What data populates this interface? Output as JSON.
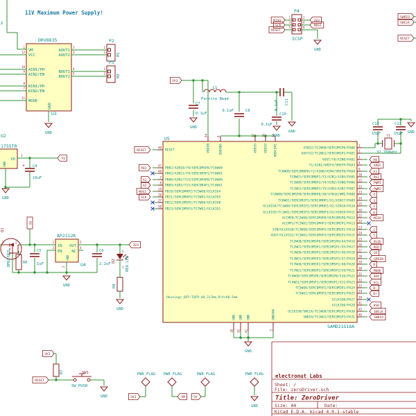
{
  "colors": {
    "wire": "#2f9231",
    "symbol": "#8a1c1c",
    "field": "#0e8a8a",
    "nc": "#3440cc",
    "fill": "#ffffc2",
    "note": "#1b7a9e"
  },
  "note": "11V Maximum Power Supply!",
  "partial_text": "F",
  "gnd": "GND",
  "u3": {
    "ref": "U3",
    "part": "DRV8835",
    "gnd_pin": "GND",
    "left": [
      [
        "1",
        "VM"
      ],
      [
        "12",
        "VCC"
      ],
      [
        "10",
        "AIN1/PH"
      ],
      [
        "9",
        "AIN2/EN"
      ],
      [
        "8",
        "BIN1/PH"
      ],
      [
        "7",
        "BIN2/EN"
      ],
      [
        "11",
        "MODE"
      ]
    ],
    "right": [
      [
        "2",
        "AOUT1"
      ],
      [
        "3",
        "AOUT2"
      ],
      [
        "4",
        "BOUT1"
      ],
      [
        "5",
        "BOUT2"
      ]
    ]
  },
  "p2": {
    "ref": "P2",
    "value": "M1",
    "pins": [
      "1",
      "2"
    ]
  },
  "p3": {
    "ref": "P3",
    "value": "M2",
    "pins": [
      "1",
      "2"
    ]
  },
  "p4": {
    "ref": "P4",
    "value": "ICSP",
    "left_nums": [
      "1",
      "3",
      "5"
    ],
    "right_nums": [
      "2",
      "4",
      "6"
    ],
    "left_labels": [
      "MISO",
      "SCK",
      "RESET"
    ],
    "right_labels": [
      "3V3",
      "MOSI"
    ]
  },
  "edge_labels": [
    "SWDIO",
    "SWCLK",
    "RESET"
  ],
  "u2": {
    "ref": "U2",
    "part": "1755TR",
    "out_pin": "VO",
    "out_num": "2",
    "gnd_pin": "GND",
    "out_label": "5V"
  },
  "c4": {
    "ref": "C4",
    "value": "10uF",
    "plus": "+"
  },
  "u5": {
    "ref": "U5",
    "part": "SAMD21G18A",
    "footprint": "Housings_QFP:TQFP-48_7x7mm_Pitch0.5mm",
    "top": [
      [
        "44",
        "VDDIN"
      ],
      [
        "6",
        "VDDANA"
      ],
      [
        "17",
        "VDDIO"
      ],
      [
        "36",
        "VDDIO"
      ],
      [
        "43",
        "VDDCORE"
      ]
    ],
    "bottom": [
      [
        "18",
        "GND"
      ],
      [
        "35",
        "GND"
      ],
      [
        "42",
        "GND"
      ],
      [
        "5",
        "GNDANA"
      ]
    ],
    "left": [
      [
        "40",
        "RESET",
        "RESET"
      ],
      [
        "47",
        "PB02/AIN10/Y8/SERCOM5P0/TC6WO0",
        "PH2"
      ],
      [
        "48",
        "PB03/AIN11/Y9/SERCOM5P1/TC6WO1",
        "NC"
      ],
      [
        "7",
        "PB08/AIN2/Y14/SERCOM4P0/TC4WO0",
        "A1"
      ],
      [
        "8",
        "PB09/AIN3/Y15/SERCOM4P1/TC4WO1",
        "A2"
      ],
      [
        "19",
        "PB10/SERCOM4P2/TC5WO0/GCLKIO4",
        "MOSI"
      ],
      [
        "20",
        "PB11/SERCOM4P3/TC5WO1/GCLKIO5",
        "SCK"
      ],
      [
        "37",
        "PB22/SERCOM5P2/TC7WO0/GCLKIO0",
        "NC"
      ],
      [
        "38",
        "PB23/SERCOM5P3/TC7WO1/GCLKIO1",
        "NC"
      ]
    ],
    "right": [
      [
        "1",
        "XIN32/TC2WO0/SERCOM1P0/PA00",
        ""
      ],
      [
        "2",
        "XOUT32/TC2WO1/SERCOM1P1/PA01",
        ""
      ],
      [
        "3",
        "VOUT/Y0/AIN0/PA02",
        "A0"
      ],
      [
        "4",
        "Y1/AIN1/VREFA/VREFP/PA03",
        "AREF"
      ],
      [
        "9",
        "TC0WO0/SERCOM0P0/Y2/AIN0/AIN4/VREFB/PA04",
        "A3"
      ],
      [
        "10",
        "TC0WO1/SERCOM0P1/Y3/AIN1/AIN5/PA05",
        "PH1"
      ],
      [
        "11",
        "TC1WO0/SERCOM0P2/Y4/AIN2/AIN6/PA06",
        "PWM1"
      ],
      [
        "12",
        "TC1WO1/SERCOM0P3/Y5/AIN3/AIN7/PA07",
        "PWM2"
      ],
      [
        "13",
        "TC0WO0/SERCOM2P0/SERCOM0P0/X0/AIN16/NMI/PA08",
        "4"
      ],
      [
        "14",
        "TC0WO1/SERCOM2P1/SERCOM0P1/X1/AIN17/PA09",
        "3"
      ],
      [
        "15",
        "GCLKIO4/TC1WO0/SERCOM2P2/SERCOM0P2/X2/AIN18/PA10",
        "1"
      ],
      [
        "16",
        "GCLKIO5/TC1WO1/SERCOM2P3/SERCOM0P3/X3/AIN19/PA11",
        "0"
      ],
      [
        "21",
        "ACCMP0/TC2WO0/SERCOM4P0/SERCOM2P0/PA12",
        "MISO"
      ],
      [
        "22",
        "ACCMP1/TC2WO1/SERCOM4P1/SERCOM2P1/PA13",
        "NC"
      ],
      [
        "23",
        "XIN/GCLKIO0/TC3WO0/SERCOM4P2/SERCOM2P2/PA14",
        "2"
      ],
      [
        "24",
        "XOUT/GCLKIO1/TC3WO1/SERCOM4P3/SERCOM2P3/PA15",
        "5"
      ],
      [
        "25",
        "TC2WO0/SERCOM3P0/SERCOM1P0/X4/PA16",
        "BLUE"
      ],
      [
        "26",
        "TC2WO1/SERCOM3P1/SERCOM1P1/X5/PA17",
        "RED"
      ],
      [
        "27",
        "TC3WO0/SERCOM3P2/SERCOM1P2/X6/PA18",
        "10"
      ],
      [
        "28",
        "TC3WO1/SERCOM3P3/SERCOM1P3/X7/PA19",
        "GREEN"
      ],
      [
        "29",
        "TC7WO0/SERCOM3P2/SERCOM5P2/X8/PA20",
        "8"
      ],
      [
        "30",
        "TC7WO1/SERCOM3P3/SERCOM5P3/X9/PA21",
        "MODE"
      ],
      [
        "31",
        "TC4WO0/SERCOM5P0/SERCOM3P0/X10/PA22",
        "SDA"
      ],
      [
        "32",
        "TC4WO1/SERCOM5P1/SERCOM3P1/X11/PA23",
        "SCL"
      ],
      [
        "33",
        "TC5WO0/SERCOM5P2/SERCOM3P2/PA24",
        "D-"
      ],
      [
        "34",
        "TC5WO1/SERCOM5P3/SERCOM3P3/PA25",
        "D+"
      ],
      [
        "39",
        "GCLKIO0/PA27",
        "NC"
      ],
      [
        "41",
        "GCLKIO0/PA28",
        "USB"
      ],
      [
        "45",
        "GCLKIO0/SWCLK/TC1WO0/SERCOM1P2/PA30",
        "SWCLK"
      ],
      [
        "46",
        "SWDIO/TC1WO1/SERCOM1P3/PA31",
        "SWDIO"
      ]
    ]
  },
  "power": {
    "rail": "3V3",
    "l1": [
      "L1",
      "Ferrite Bead"
    ],
    "c7": [
      "C7",
      "0.1uF"
    ],
    "c8": [
      "C8",
      "0.1uF"
    ],
    "c10": [
      "C10",
      "0.1uF"
    ],
    "c11": [
      "C11",
      "0.1uF"
    ]
  },
  "xtal": {
    "y1": [
      "Y1",
      "32.768kHz"
    ],
    "c12": [
      "C12",
      "15pF"
    ],
    "c13": [
      "C13",
      "15pF"
    ]
  },
  "reg": {
    "q1": [
      "Q1",
      "DMG2307L"
    ],
    "q1_pins": [
      "1",
      "2"
    ],
    "r6": "R6",
    "c5": [
      "C5",
      "1uF"
    ],
    "u4": {
      "ref": "U4",
      "part": "AP2112K",
      "in": [
        "1",
        "IN"
      ],
      "en": [
        "3",
        "EN"
      ],
      "out": [
        "5",
        "OUT"
      ],
      "nc": [
        "4",
        "NC"
      ],
      "gnd": [
        "2",
        "GND"
      ]
    },
    "c6": [
      "C6",
      "2.2uF"
    ],
    "d2": [
      "D2",
      "RED LED"
    ],
    "d2_pins": [
      "2",
      "1"
    ],
    "r8": "R8",
    "in_label": "5V",
    "out_label": "3V3"
  },
  "reset": {
    "v_label": "3V3",
    "r7": "R7",
    "net": "RESET",
    "sw": [
      "SW1",
      "SW_PUSH"
    ]
  },
  "flags": {
    "name": "PWR_FLAG",
    "labels": [
      "3V3",
      "VM",
      "5V"
    ]
  },
  "title_block": {
    "company": "electronut Labs",
    "sheet": "Sheet: /",
    "file": "File: zeroDriver.sch",
    "title": "Title: ZeroDriver",
    "size": "Size: A4",
    "date": "Date:",
    "generator": "KiCad E.D.A.  kicad 4.0.1-stable"
  }
}
